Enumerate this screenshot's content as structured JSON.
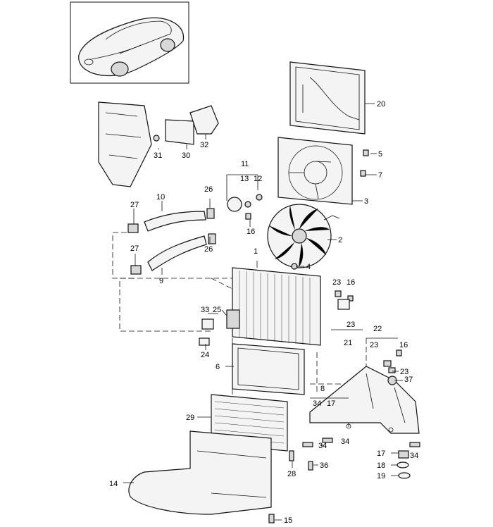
{
  "callouts": [
    {
      "id": "c1",
      "label": "1"
    },
    {
      "id": "c2",
      "label": "2"
    },
    {
      "id": "c3",
      "label": "3"
    },
    {
      "id": "c4",
      "label": "4"
    },
    {
      "id": "c5",
      "label": "5"
    },
    {
      "id": "c6",
      "label": "6"
    },
    {
      "id": "c7",
      "label": "7"
    },
    {
      "id": "c8",
      "label": "8"
    },
    {
      "id": "c9",
      "label": "9"
    },
    {
      "id": "c10",
      "label": "10"
    },
    {
      "id": "c11",
      "label": "11"
    },
    {
      "id": "c12",
      "label": "12"
    },
    {
      "id": "c13",
      "label": "13"
    },
    {
      "id": "c14",
      "label": "14"
    },
    {
      "id": "c15",
      "label": "15"
    },
    {
      "id": "c16a",
      "label": "16"
    },
    {
      "id": "c16b",
      "label": "16"
    },
    {
      "id": "c16c",
      "label": "16"
    },
    {
      "id": "c17a",
      "label": "17"
    },
    {
      "id": "c17b",
      "label": "17"
    },
    {
      "id": "c18",
      "label": "18"
    },
    {
      "id": "c19",
      "label": "19"
    },
    {
      "id": "c20",
      "label": "20"
    },
    {
      "id": "c21",
      "label": "21"
    },
    {
      "id": "c22",
      "label": "22"
    },
    {
      "id": "c23a",
      "label": "23"
    },
    {
      "id": "c23b",
      "label": "23"
    },
    {
      "id": "c23c",
      "label": "23"
    },
    {
      "id": "c23d",
      "label": "23"
    },
    {
      "id": "c24",
      "label": "24"
    },
    {
      "id": "c25",
      "label": "25"
    },
    {
      "id": "c26a",
      "label": "26"
    },
    {
      "id": "c26b",
      "label": "26"
    },
    {
      "id": "c27a",
      "label": "27"
    },
    {
      "id": "c27b",
      "label": "27"
    },
    {
      "id": "c28",
      "label": "28"
    },
    {
      "id": "c29",
      "label": "29"
    },
    {
      "id": "c30",
      "label": "30"
    },
    {
      "id": "c31",
      "label": "31"
    },
    {
      "id": "c32",
      "label": "32"
    },
    {
      "id": "c33",
      "label": "33"
    },
    {
      "id": "c34a",
      "label": "34"
    },
    {
      "id": "c34b",
      "label": "34"
    },
    {
      "id": "c34c",
      "label": "34"
    },
    {
      "id": "c34d",
      "label": "34"
    },
    {
      "id": "c36",
      "label": "36"
    },
    {
      "id": "c37",
      "label": "37"
    }
  ]
}
